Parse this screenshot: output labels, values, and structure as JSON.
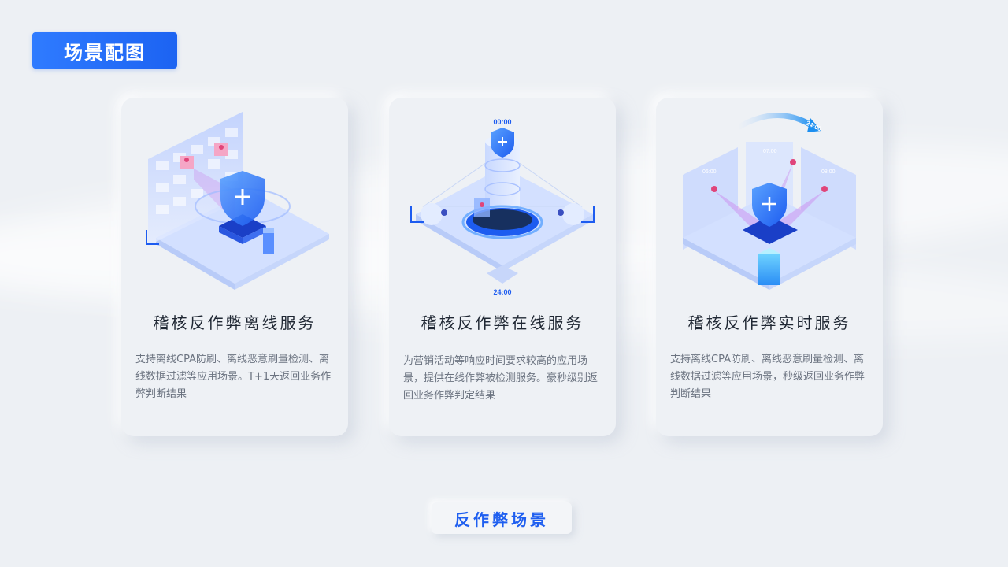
{
  "header": {
    "tag_label": "场景配图"
  },
  "cards": [
    {
      "title": "稽核反作弊离线服务",
      "description": "支持离线CPA防刷、离线恶意刷量检测、离线数据过滤等应用场景。T+1天返回业务作弊判断结果",
      "illustration": "offline-audit-shield-icon"
    },
    {
      "title": "稽核反作弊在线服务",
      "description": "为营销活动等响应时间要求较高的应用场景，提供在线作弊被检测服务。豪秒级别返回业务作弊判定结果",
      "illustration": "online-audit-clock-icon",
      "time_top": "00:00",
      "time_bottom": "24:00"
    },
    {
      "title": "稽核反作弊实时服务",
      "description": "支持离线CPA防刷、离线恶意刷量检测、离线数据过滤等应用场景，秒级返回业务作弊判断结果",
      "illustration": "realtime-audit-shield-icon",
      "time_left": "06:00",
      "time_mid": "07:00",
      "time_right": "08:00",
      "time_arrow": "24:00"
    }
  ],
  "footer": {
    "label": "反作弊场景"
  },
  "colors": {
    "accent": "#1c63f2",
    "card_bg": "#eef1f5",
    "page_bg": "#edf0f4"
  }
}
